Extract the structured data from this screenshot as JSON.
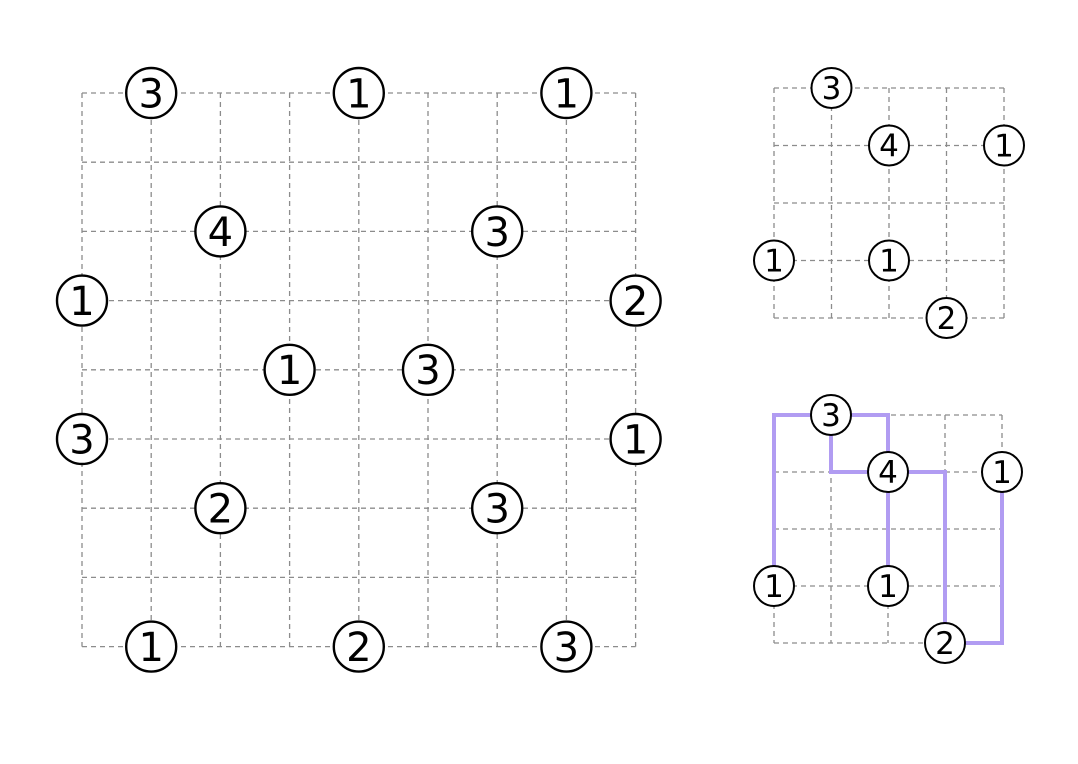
{
  "colors": {
    "background": "#ffffff",
    "grid_line": "#8c8c8c",
    "clue_circle_fill": "#ffffff",
    "clue_circle_stroke": "#000000",
    "clue_text": "#000000",
    "solution_path": "#b19cf2"
  },
  "main_puzzle": {
    "grid_size": 8,
    "clues": [
      {
        "id": "m1",
        "col": 1,
        "row": 0,
        "value": "3"
      },
      {
        "id": "m2",
        "col": 4,
        "row": 0,
        "value": "1"
      },
      {
        "id": "m3",
        "col": 7,
        "row": 0,
        "value": "1"
      },
      {
        "id": "m4",
        "col": 2,
        "row": 2,
        "value": "4"
      },
      {
        "id": "m5",
        "col": 6,
        "row": 2,
        "value": "3"
      },
      {
        "id": "m6",
        "col": 0,
        "row": 3,
        "value": "1"
      },
      {
        "id": "m7",
        "col": 8,
        "row": 3,
        "value": "2"
      },
      {
        "id": "m8",
        "col": 3,
        "row": 4,
        "value": "1"
      },
      {
        "id": "m9",
        "col": 5,
        "row": 4,
        "value": "3"
      },
      {
        "id": "m10",
        "col": 0,
        "row": 5,
        "value": "3"
      },
      {
        "id": "m11",
        "col": 8,
        "row": 5,
        "value": "1"
      },
      {
        "id": "m12",
        "col": 2,
        "row": 6,
        "value": "2"
      },
      {
        "id": "m13",
        "col": 6,
        "row": 6,
        "value": "3"
      },
      {
        "id": "m14",
        "col": 1,
        "row": 8,
        "value": "1"
      },
      {
        "id": "m15",
        "col": 4,
        "row": 8,
        "value": "2"
      },
      {
        "id": "m16",
        "col": 7,
        "row": 8,
        "value": "3"
      }
    ]
  },
  "example_puzzle": {
    "grid_size": 4,
    "clues": [
      {
        "id": "e1",
        "col": 1,
        "row": 0,
        "value": "3"
      },
      {
        "id": "e2",
        "col": 2,
        "row": 1,
        "value": "4"
      },
      {
        "id": "e3",
        "col": 4,
        "row": 1,
        "value": "1"
      },
      {
        "id": "e4",
        "col": 0,
        "row": 3,
        "value": "1"
      },
      {
        "id": "e5",
        "col": 2,
        "row": 3,
        "value": "1"
      },
      {
        "id": "e6",
        "col": 3,
        "row": 4,
        "value": "2"
      }
    ]
  },
  "example_solution": {
    "grid_size": 4,
    "clues": [
      {
        "id": "s1",
        "col": 1,
        "row": 0,
        "value": "3"
      },
      {
        "id": "s2",
        "col": 2,
        "row": 1,
        "value": "4"
      },
      {
        "id": "s3",
        "col": 4,
        "row": 1,
        "value": "1"
      },
      {
        "id": "s4",
        "col": 0,
        "row": 3,
        "value": "1"
      },
      {
        "id": "s5",
        "col": 2,
        "row": 3,
        "value": "1"
      },
      {
        "id": "s6",
        "col": 3,
        "row": 4,
        "value": "2"
      }
    ],
    "paths": [
      {
        "id": "p1",
        "points": [
          [
            0,
            3
          ],
          [
            0,
            0
          ],
          [
            2,
            0
          ],
          [
            2,
            1
          ]
        ]
      },
      {
        "id": "p2",
        "points": [
          [
            1,
            0
          ],
          [
            1,
            1
          ],
          [
            3,
            1
          ],
          [
            3,
            4
          ]
        ]
      },
      {
        "id": "p3",
        "points": [
          [
            2,
            1
          ],
          [
            2,
            3
          ]
        ]
      },
      {
        "id": "p4",
        "points": [
          [
            3,
            4
          ],
          [
            4,
            4
          ],
          [
            4,
            1
          ]
        ]
      }
    ]
  }
}
